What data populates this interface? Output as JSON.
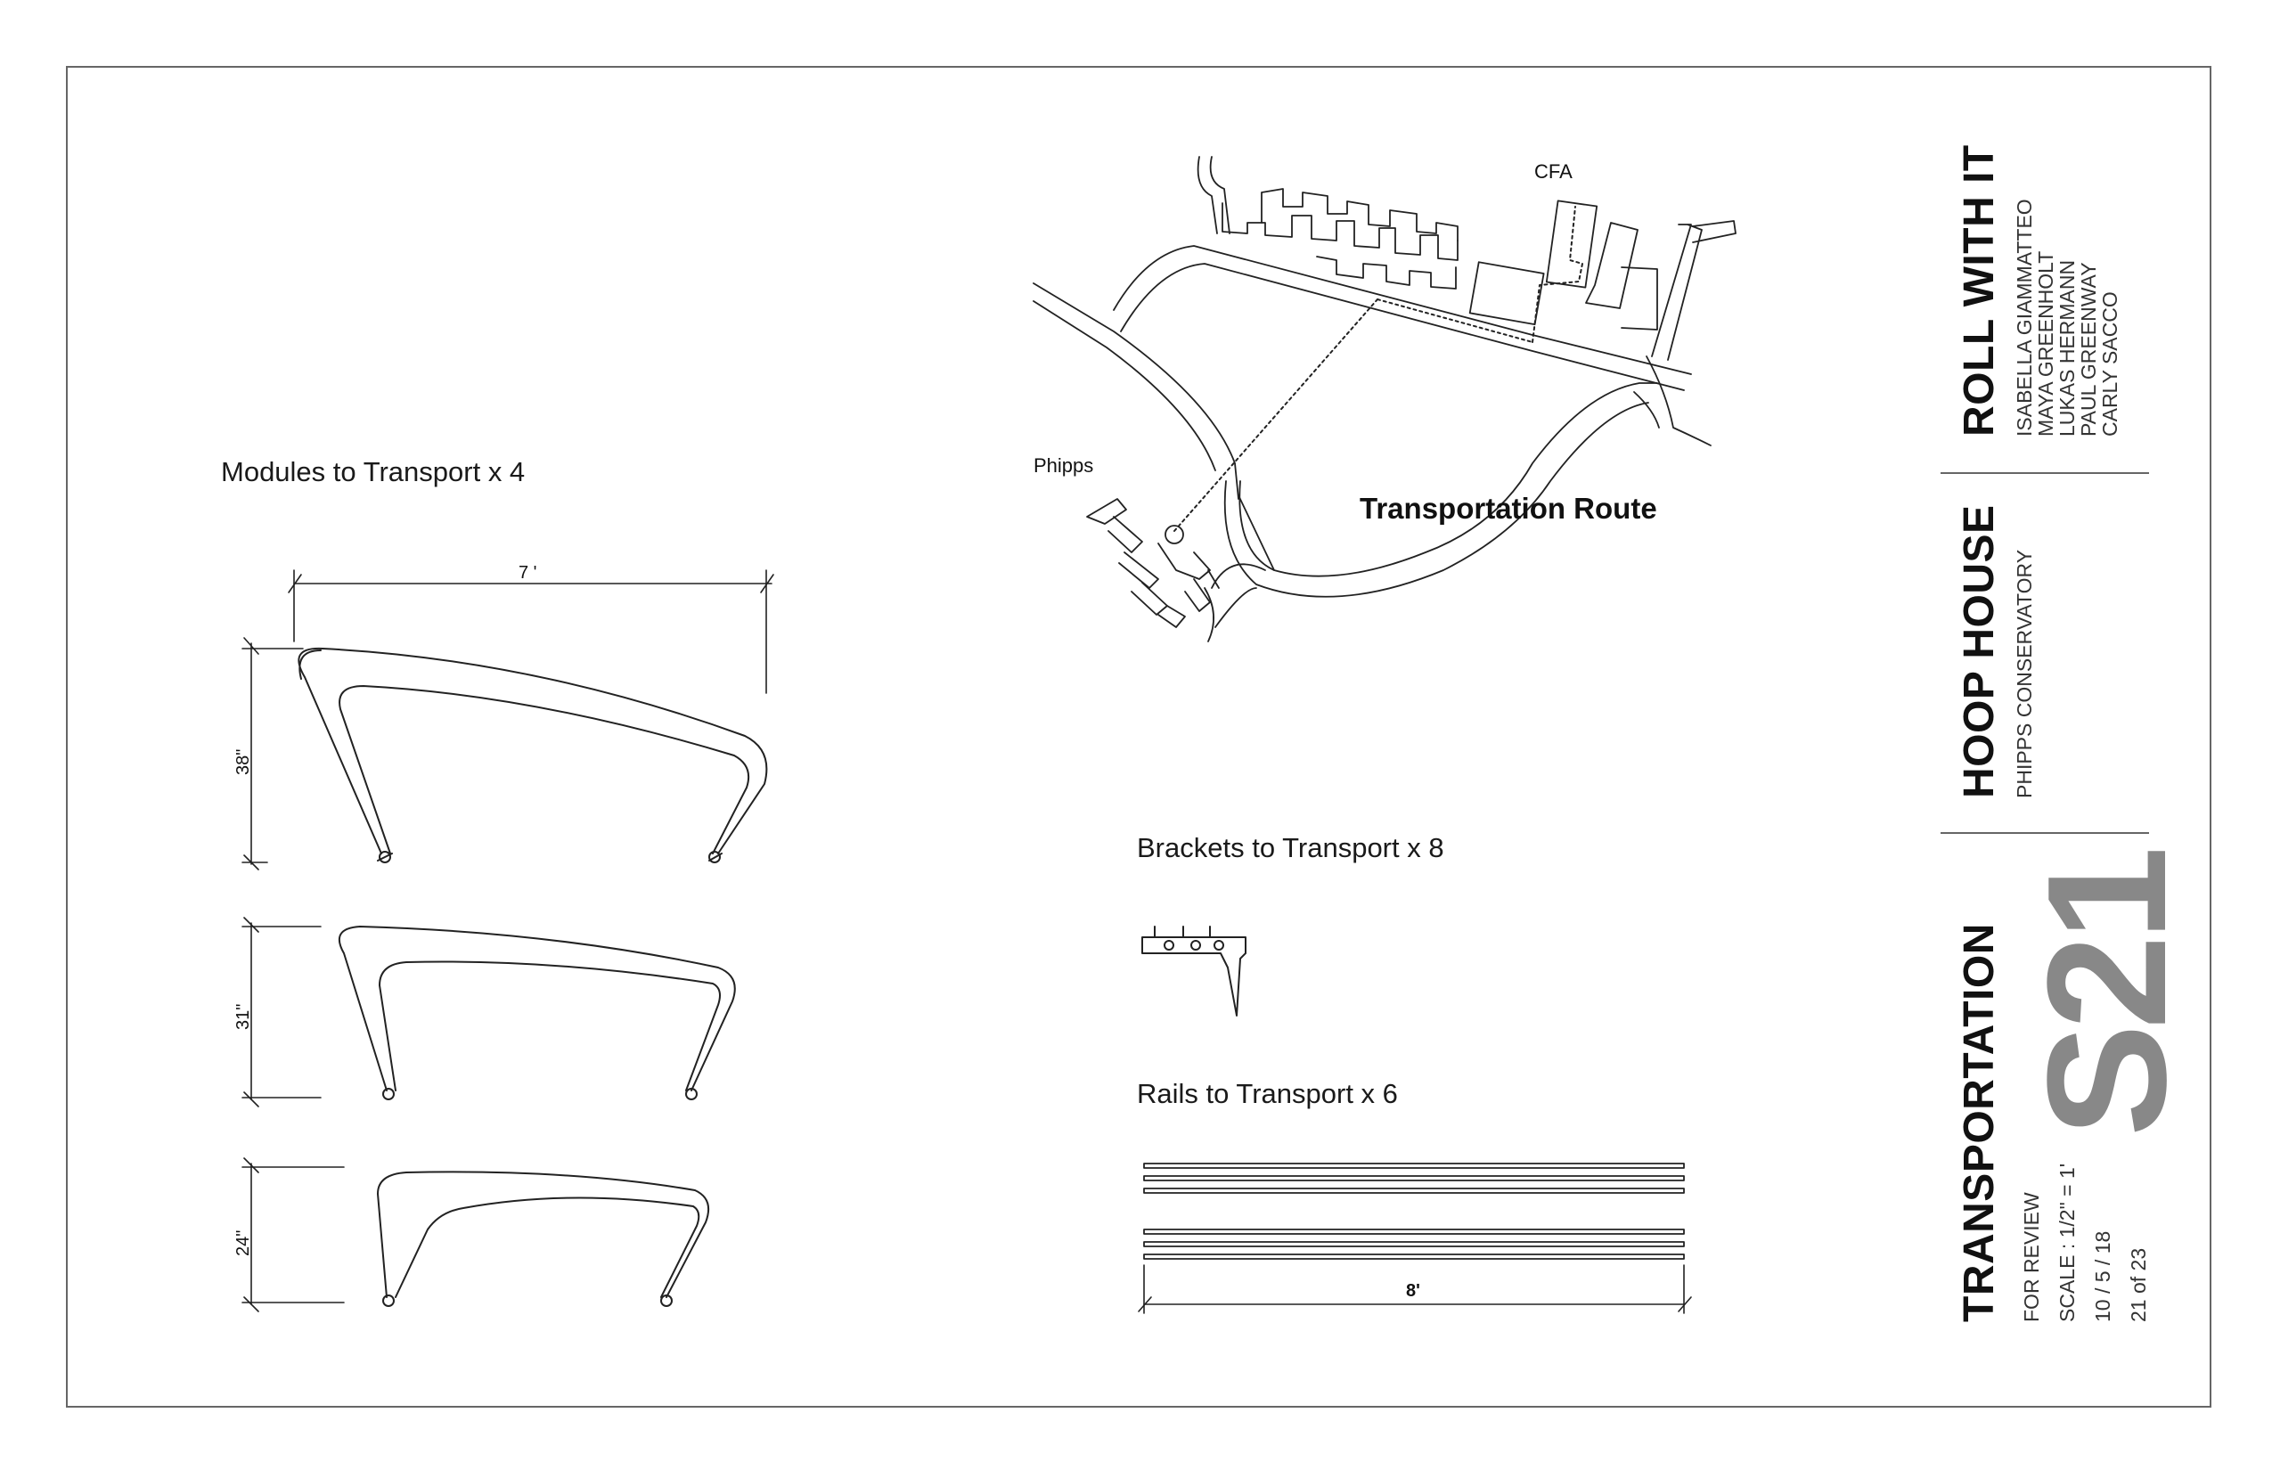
{
  "labels": {
    "modules": "Modules to Transport  x 4",
    "brackets": "Brackets to Transport  x 8",
    "rails": "Rails to Transport  x 6",
    "route": "Transportation Route",
    "phipps": "Phipps",
    "cfa": "CFA"
  },
  "dimensions": {
    "width_top": "7 '",
    "h1": "38\"",
    "h2": "31\"",
    "h3": "24\"",
    "rail_length": "8'"
  },
  "title_block": {
    "project": "ROLL WITH IT",
    "team": [
      "ISABELLA GIAMMATTEO",
      "MAYA GREENHOLT",
      "LUKAS HERMANN",
      "PAUL GREENWAY",
      "CARLY SACCO"
    ],
    "subject": "HOOP HOUSE",
    "client": "PHIPPS CONSERVATORY",
    "sheet_title": "TRANSPORTATION",
    "notes": [
      "FOR REVIEW",
      "SCALE : 1/2\" = 1'",
      "10 / 5 / 18",
      "21 of 23"
    ],
    "sheet_number": "S21"
  },
  "colors": {
    "line": "#222222",
    "frame": "#666666",
    "sheet_number": "#888888"
  }
}
